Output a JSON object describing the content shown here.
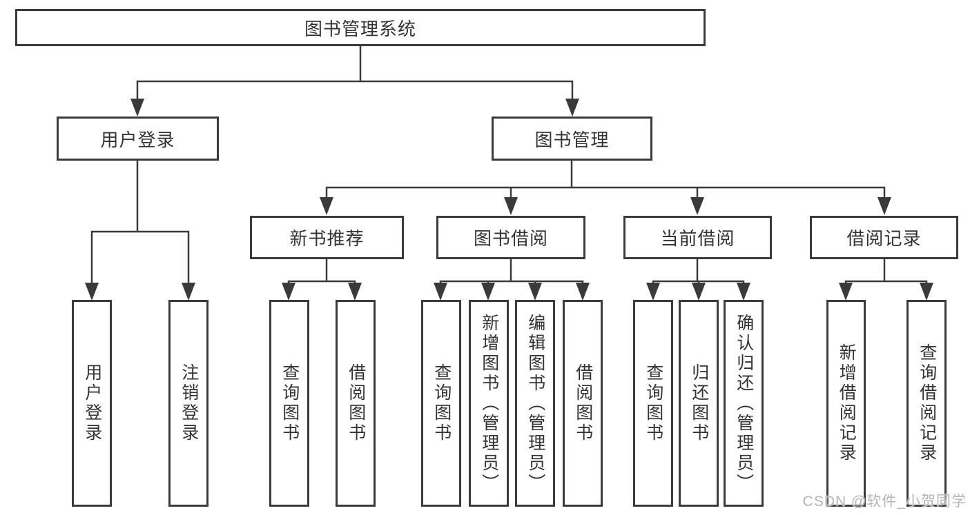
{
  "page": {
    "background": "#ffffff",
    "line_color": "#3a3a3a",
    "text_color": "#333333"
  },
  "watermark": {
    "text": "CSDN @软件_小贺同学",
    "color": "#b5b5b5"
  },
  "tree": {
    "root": "图书管理系统",
    "children": [
      {
        "label": "用户登录",
        "children": [
          {
            "label": "用户登录"
          },
          {
            "label": "注销登录"
          }
        ]
      },
      {
        "label": "图书管理",
        "children": [
          {
            "label": "新书推荐",
            "children": [
              {
                "label": "查询图书"
              },
              {
                "label": "借阅图书"
              }
            ]
          },
          {
            "label": "图书借阅",
            "children": [
              {
                "label": "查询图书"
              },
              {
                "label": "新增图书（管理员）"
              },
              {
                "label": "编辑图书（管理员）"
              },
              {
                "label": "借阅图书"
              }
            ]
          },
          {
            "label": "当前借阅",
            "children": [
              {
                "label": "查询图书"
              },
              {
                "label": "归还图书"
              },
              {
                "label": "确认归还（管理员）"
              }
            ]
          },
          {
            "label": "借阅记录",
            "children": [
              {
                "label": "新增借阅记录"
              },
              {
                "label": "查询借阅记录"
              }
            ]
          }
        ]
      }
    ]
  }
}
